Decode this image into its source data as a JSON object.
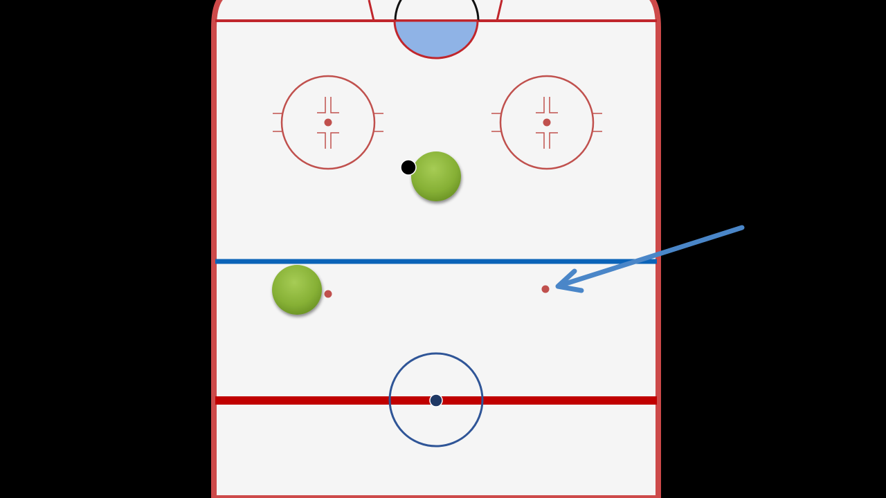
{
  "diagram": {
    "kind": "ice hockey rink half-zone play diagram",
    "colors": {
      "background": "#000000",
      "ice": "#f5f5f5",
      "boards": "#cd4a4a",
      "goal_line": "#c0262c",
      "center_red_line": "#c00000",
      "blue_line": "#0b63b8",
      "crease_fill": "#8fb3e6",
      "faceoff_circle": "#c0504d",
      "center_circle": "#2f5597",
      "center_spot": "#1f3864",
      "player": "#8bb53a",
      "puck": "#000000",
      "arrow": "#4a86c8"
    },
    "elements": {
      "players": [
        {
          "name": "player-near-faceoff-left"
        },
        {
          "name": "player-neutral-zone-left"
        }
      ],
      "puck": {
        "name": "puck"
      },
      "faceoff_circles": [
        {
          "name": "faceoff-circle-left"
        },
        {
          "name": "faceoff-circle-right"
        }
      ],
      "neutral_dots": [
        {
          "name": "neutral-zone-dot-left"
        },
        {
          "name": "neutral-zone-dot-right"
        }
      ],
      "arrow": {
        "name": "pointer-arrow",
        "points_to": "neutral-zone-dot-right"
      }
    }
  }
}
